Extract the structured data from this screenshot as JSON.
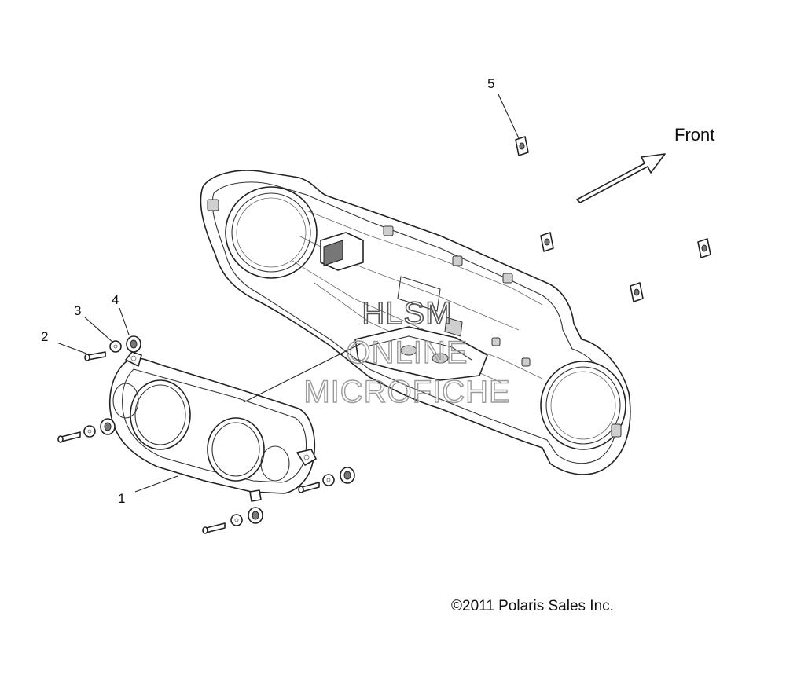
{
  "direction": {
    "label": "Front"
  },
  "callouts": [
    {
      "id": "1",
      "label": "1"
    },
    {
      "id": "2",
      "label": "2"
    },
    {
      "id": "3",
      "label": "3"
    },
    {
      "id": "4",
      "label": "4"
    },
    {
      "id": "5",
      "label": "5"
    }
  ],
  "watermark": {
    "line1": "HLSM",
    "line2": "ONLINE",
    "line3": "MICROFICHE"
  },
  "copyright": "©2011 Polaris Sales Inc."
}
